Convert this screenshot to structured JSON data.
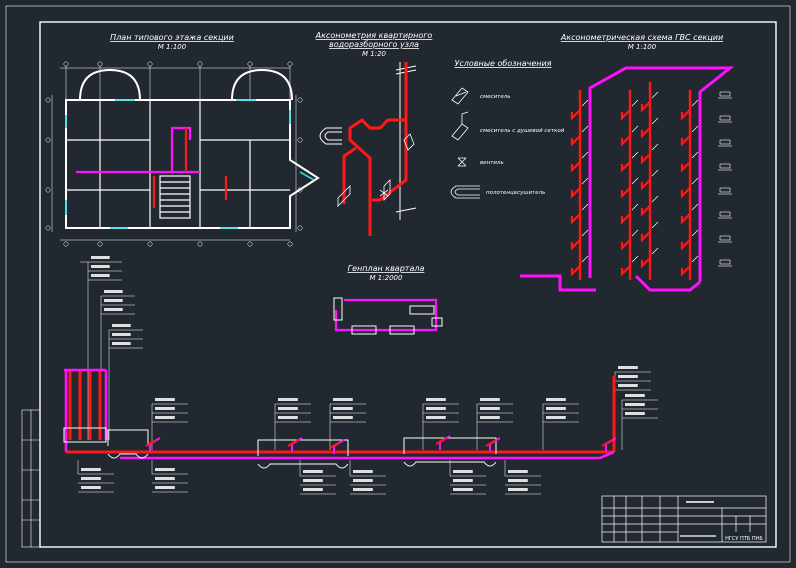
{
  "titles": {
    "floor_plan": "План типового этажа секции",
    "floor_plan_scale": "М 1:100",
    "axon_node": "Аксонометрия квартирного водоразборного узла",
    "axon_node_line1": "Аксонометрия квартирного",
    "axon_node_line2": "водоразборного узла",
    "axon_node_scale": "М 1:20",
    "axon_hw": "Аксонометрическая схема ГВС секции",
    "axon_hw_scale": "М 1:100",
    "site_plan": "Генплан квартала",
    "site_plan_scale": "М 1:2000"
  },
  "legend": {
    "title": "Условные обозначения",
    "items": [
      {
        "label": "смеситель"
      },
      {
        "label": "смеситель с душевой сеткой"
      },
      {
        "label": "вентиль"
      },
      {
        "label": "полотенцесушитель"
      }
    ]
  },
  "stamp": {
    "code": "НГСУ ПТБ ПНБ"
  },
  "colors": {
    "background": "#212830",
    "lines": "#ffffff",
    "supply": "#ff1818",
    "circulation": "#ff10ff"
  }
}
